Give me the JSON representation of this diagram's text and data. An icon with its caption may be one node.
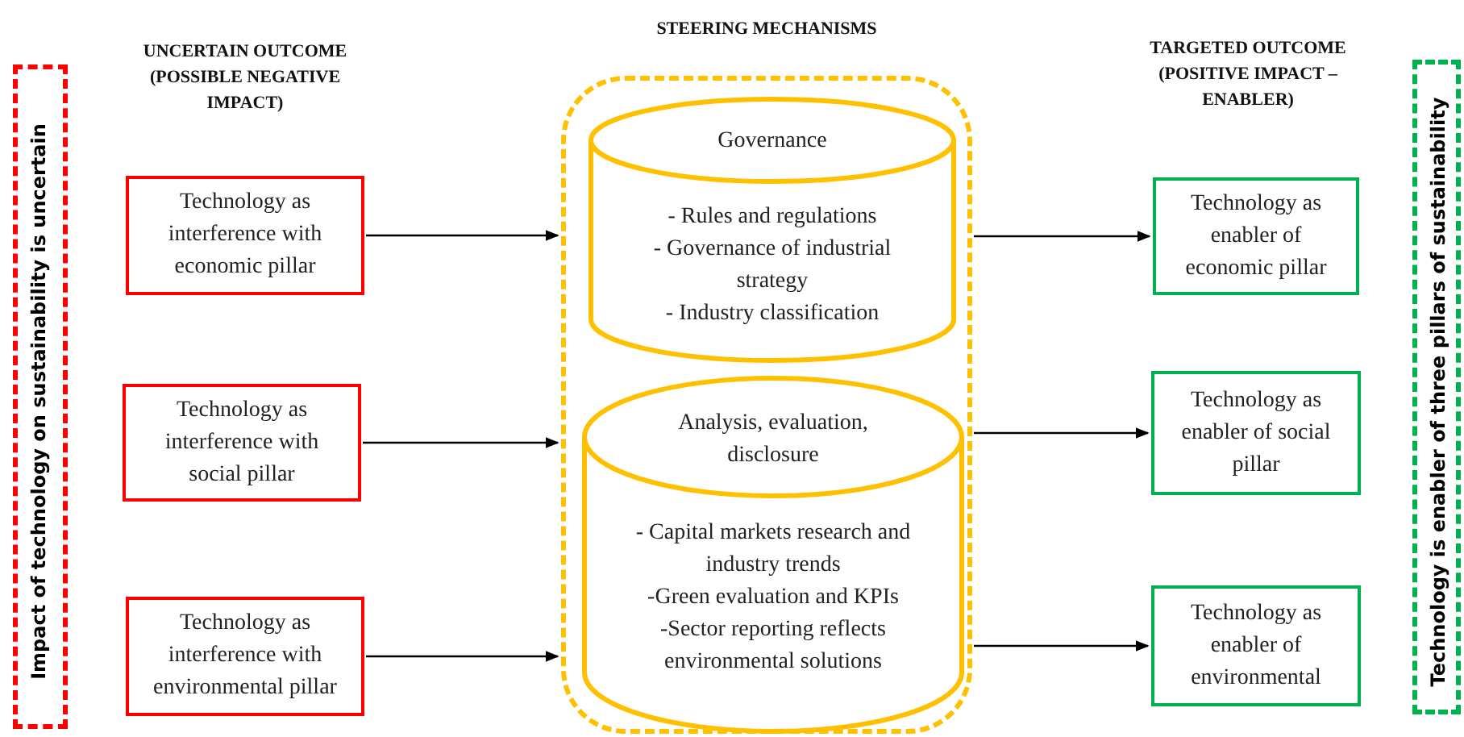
{
  "diagram": {
    "nodes": [
      {
        "text": [
          "Impact of technology on sustainability is uncertain"
        ]
      },
      {
        "text": [
          "Technology as interference with economic pillar"
        ]
      },
      {
        "text": [
          "Technology as interference with social pillar"
        ]
      },
      {
        "text": [
          "Technology as interference with environmental pillar"
        ]
      },
      {
        "text": [
          "STEERING MECHANISMS"
        ]
      },
      {
        "text": [
          "Governance",
          "- Rules and regulations",
          "- Governance of industrial strategy",
          "- Industry classification"
        ],
        "in": 4
      },
      {
        "text": [
          "Analysis, evaluation, disclosure",
          "- Capital markets research and industry trends",
          "-Green evaluation and KPIs",
          "-Sector reporting reflects environmental solutions"
        ],
        "in": 4
      },
      {
        "text": [
          "Technology as enabler of economic pillar"
        ]
      },
      {
        "text": [
          "Technology as enabler of social pillar"
        ]
      },
      {
        "text": [
          "Technology as enabler of environmental"
        ]
      },
      {
        "text": [
          "Technology is enabler of three pillars of sustainability"
        ]
      }
    ],
    "edges": [
      {
        "from": 1,
        "to": 4,
        "arrow": "to"
      },
      {
        "from": 2,
        "to": 4,
        "arrow": "to"
      },
      {
        "from": 3,
        "to": 4,
        "arrow": "to"
      },
      {
        "from": 4,
        "to": 7,
        "arrow": "to"
      },
      {
        "from": 4,
        "to": 8,
        "arrow": "to"
      },
      {
        "from": 4,
        "to": 9,
        "arrow": "to"
      }
    ],
    "labels": [
      "UNCERTAIN OUTCOME (POSSIBLE NEGATIVE IMPACT)",
      "TARGETED OUTCOME (POSITIVE IMPACT – ENABLER)"
    ]
  }
}
